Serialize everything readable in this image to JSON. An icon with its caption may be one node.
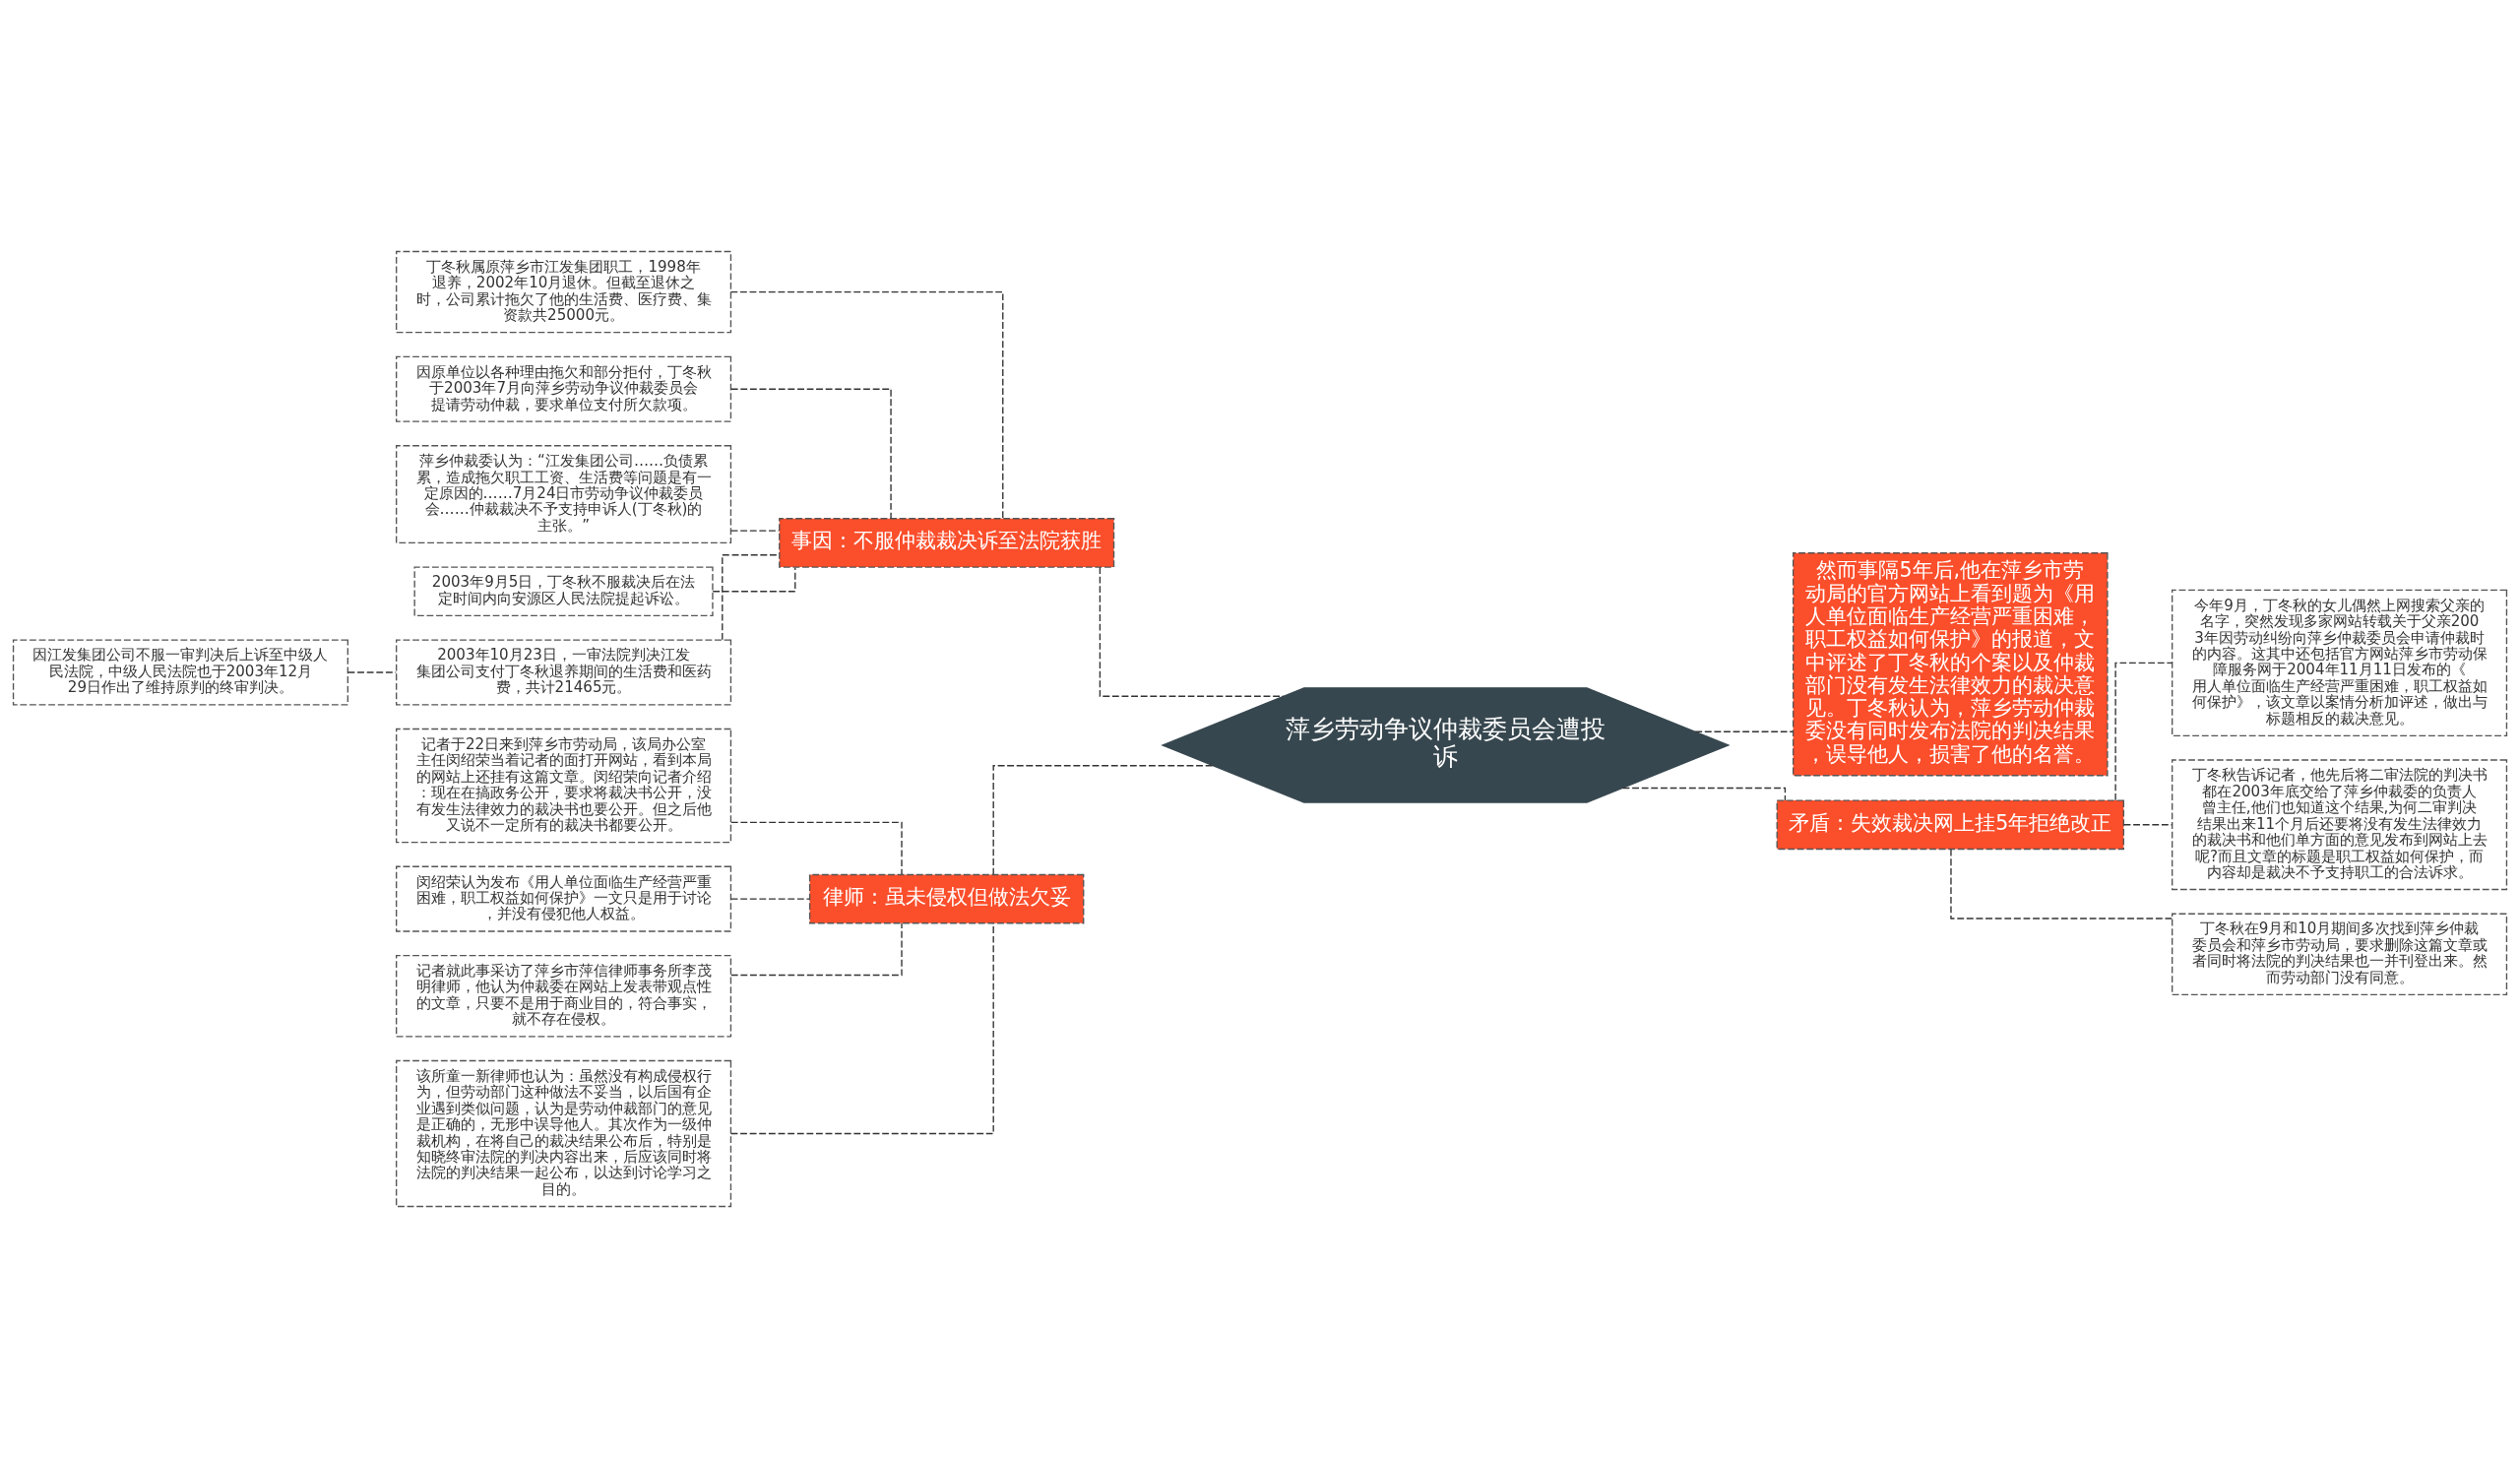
{
  "diagram": {
    "nodes": [
      {
        "text": [
          "萍乡劳动争议仲裁委员会遭投诉"
        ]
      },
      {
        "text": [
          "事因：不服仲裁裁决诉至法院获胜"
        ]
      },
      {
        "text": [
          "丁冬秋属原萍乡市江发集团职工，1998年退养，2002年10月退休。但截至退休之时，公司累计拖欠了他的生活费、医疗费、集资款共25000元。"
        ]
      },
      {
        "text": [
          "因原单位以各种理由拖欠和部分拒付，丁冬秋于2003年7月向萍乡劳动争议仲裁委员会提请劳动仲裁，要求单位支付所欠款项。"
        ]
      },
      {
        "text": [
          "萍乡仲裁委认为：“江发集团公司……负债累累，造成拖欠职工工资、生活费等问题是有一定原因的……7月24日市劳动争议仲裁委员会……仲裁裁决不予支持申诉人(丁冬秋)的主张。”"
        ]
      },
      {
        "text": [
          "2003年9月5日，丁冬秋不服裁决后在法定时间内向安源区人民法院提起诉讼。"
        ]
      },
      {
        "text": [
          "2003年10月23日，一审法院判决江发集团公司支付丁冬秋退养期间的生活费和医药费，共计21465元。"
        ]
      },
      {
        "text": [
          "因江发集团公司不服一审判决后上诉至中级人民法院，中级人民法院也于2003年12月29日作出了维持原判的终审判决。"
        ]
      },
      {
        "text": [
          "律师：虽未侵权但做法欠妥"
        ]
      },
      {
        "text": [
          "记者于22日来到萍乡市劳动局，该局办公室主任闵绍荣当着记者的面打开网站，看到本局的网站上还挂有这篇文章。闵绍荣向记者介绍：现在在搞政务公开，要求将裁决书公开，没有发生法律效力的裁决书也要公开。但之后他又说不一定所有的裁决书都要公开。"
        ]
      },
      {
        "text": [
          "闵绍荣认为发布《用人单位面临生产经营严重困难，职工权益如何保护》一文只是用于讨论，并没有侵犯他人权益。"
        ]
      },
      {
        "text": [
          "记者就此事采访了萍乡市萍信律师事务所李茂明律师，他认为仲裁委在网站上发表带观点性的文章，只要不是用于商业目的，符合事实，就不存在侵权。"
        ]
      },
      {
        "text": [
          "该所童一新律师也认为：虽然没有构成侵权行为，但劳动部门这种做法不妥当，以后国有企业遇到类似问题，认为是劳动仲裁部门的意见是正确的，无形中误导他人。其次作为一级仲裁机构，在将自己的裁决结果公布后，特别是知晓终审法院的判决内容出来，后应该同时将法院的判决结果一起公布，以达到讨论学习之目的。"
        ]
      },
      {
        "text": [
          "然而事隔5年后,他在萍乡市劳动局的官方网站上看到题为《用人单位面临生产经营严重困难，职工权益如何保护》的报道，文中评述了丁冬秋的个案以及仲裁部门没有发生法律效力的裁决意见。丁冬秋认为，萍乡劳动仲裁委没有同时发布法院的判决结果，误导他人，损害了他的名誉。"
        ]
      },
      {
        "text": [
          "矛盾：失效裁决网上挂5年拒绝改正"
        ]
      },
      {
        "text": [
          "今年9月，丁冬秋的女儿偶然上网搜索父亲的名字，突然发现多家网站转载关于父亲2003年因劳动纠纷向萍乡仲裁委员会申请仲裁时的内容。这其中还包括官方网站萍乡市劳动保障服务网于2004年11月11日发布的《用人单位面临生产经营严重困难，职工权益如何保护》，该文章以案情分析加评述，做出与标题相反的裁决意见。"
        ]
      },
      {
        "text": [
          "丁冬秋告诉记者，他先后将二审法院的判决书都在2003年底交给了萍乡仲裁委的负责人曾主任,他们也知道这个结果,为何二审判决结果出来11个月后还要将没有发生法律效力的裁决书和他们单方面的意见发布到网站上去呢?而且文章的标题是职工权益如何保护，而内容却是裁决不予支持职工的合法诉求。"
        ]
      },
      {
        "text": [
          "丁冬秋在9月和10月期间多次找到萍乡仲裁委员会和萍乡市劳动局，要求删除这篇文章或者同时将法院的判决结果也一并刊登出来。然而劳动部门没有同意。"
        ]
      }
    ],
    "edges": [
      {
        "from": 0,
        "to": 1,
        "arrow": "none",
        "style": "dashed"
      },
      {
        "from": 1,
        "to": 2,
        "arrow": "none",
        "style": "dashed"
      },
      {
        "from": 1,
        "to": 3,
        "arrow": "none",
        "style": "dashed"
      },
      {
        "from": 1,
        "to": 4,
        "arrow": "none",
        "style": "dashed"
      },
      {
        "from": 1,
        "to": 5,
        "arrow": "none",
        "style": "dashed"
      },
      {
        "from": 1,
        "to": 6,
        "arrow": "none",
        "style": "dashed"
      },
      {
        "from": 6,
        "to": 7,
        "arrow": "none",
        "style": "dashed"
      },
      {
        "from": 0,
        "to": 8,
        "arrow": "none",
        "style": "dashed"
      },
      {
        "from": 8,
        "to": 9,
        "arrow": "none",
        "style": "dashed"
      },
      {
        "from": 8,
        "to": 10,
        "arrow": "none",
        "style": "dashed"
      },
      {
        "from": 8,
        "to": 11,
        "arrow": "none",
        "style": "dashed"
      },
      {
        "from": 8,
        "to": 12,
        "arrow": "none",
        "style": "dashed"
      },
      {
        "from": 0,
        "to": 13,
        "arrow": "none",
        "style": "dashed"
      },
      {
        "from": 0,
        "to": 14,
        "arrow": "none",
        "style": "dashed"
      },
      {
        "from": 14,
        "to": 15,
        "arrow": "none",
        "style": "dashed"
      },
      {
        "from": 14,
        "to": 16,
        "arrow": "none",
        "style": "dashed"
      },
      {
        "from": 14,
        "to": 17,
        "arrow": "none",
        "style": "dashed"
      }
    ]
  }
}
